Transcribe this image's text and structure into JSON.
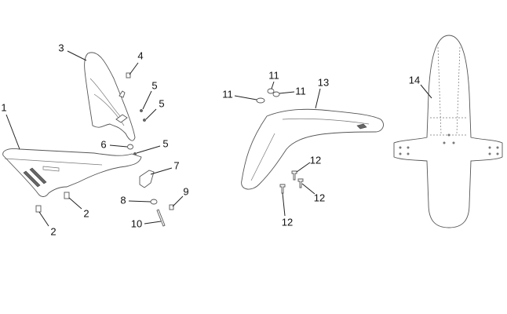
{
  "diagram": {
    "callouts": [
      "1",
      "2",
      "2",
      "3",
      "4",
      "5",
      "5",
      "6",
      "5",
      "7",
      "8",
      "9",
      "10",
      "11",
      "11",
      "11",
      "13",
      "12",
      "12",
      "12",
      "14"
    ]
  }
}
